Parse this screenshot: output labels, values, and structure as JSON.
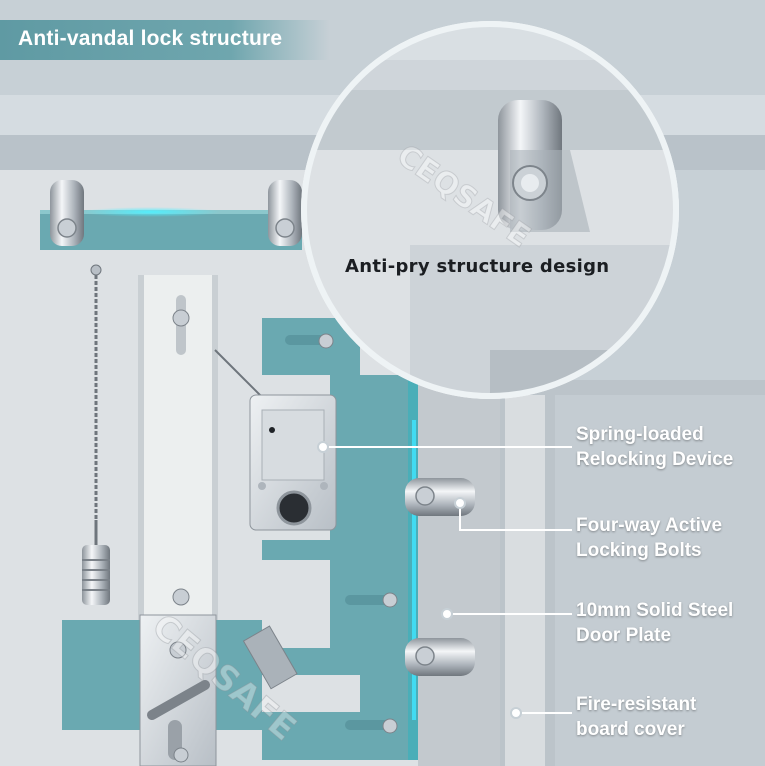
{
  "header": {
    "title": "Anti-vandal lock structure"
  },
  "zoom_inset": {
    "caption": "Anti-pry structure design"
  },
  "callouts": [
    {
      "line1": "Spring-loaded",
      "line2": "Relocking Device"
    },
    {
      "line1": "Four-way Active",
      "line2": "Locking Bolts"
    },
    {
      "line1": "10mm Solid Steel",
      "line2": "Door Plate"
    },
    {
      "line1": "Fire-resistant",
      "line2": "board cover"
    }
  ],
  "watermark": "CEQSAFE",
  "colors": {
    "accent_teal": "#6aa9b1",
    "glow": "#38e3ff",
    "steel": "#d4d9de",
    "panel": "#e6e9ec"
  },
  "icons": [
    "lock-bolt-icon",
    "relocker-device-icon",
    "spring-icon",
    "latch-icon"
  ]
}
